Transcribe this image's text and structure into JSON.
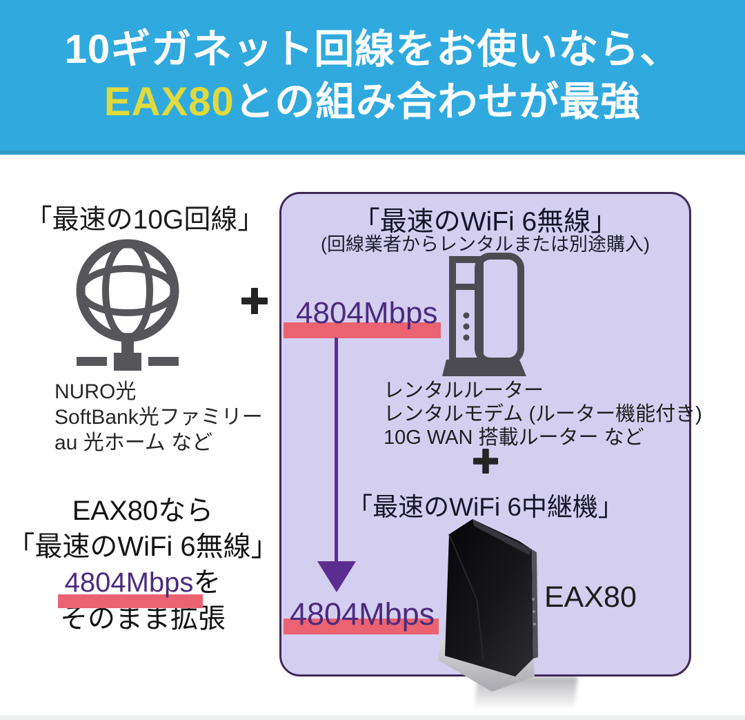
{
  "header": {
    "line1": "10ギガネット回線をお使いなら、",
    "line2_highlight": "EAX80",
    "line2_rest": "との組み合わせが最強"
  },
  "left_column": {
    "title": "「最速の10G回線」",
    "globe_icon": "globe-network-icon",
    "providers": [
      "NURO光",
      "SoftBank光ファミリー",
      "au 光ホーム など"
    ],
    "plus_sign": "+",
    "summary": {
      "line1": "EAX80なら",
      "line2": "「最速のWiFi 6無線」",
      "speed": "4804Mbps",
      "speed_suffix": "を",
      "line3": "そのまま拡張"
    }
  },
  "wifi_box": {
    "title": "「最速のWiFi 6無線」",
    "subtitle": "(回線業者からレンタルまたは別途購入)",
    "modem_icon": "modem-router-icon",
    "speed_top": "4804Mbps",
    "modem_notes": [
      "レンタルルーター",
      "レンタルモデム (ルーター機能付き)",
      "10G WAN 搭載ルーター など"
    ],
    "plus_sign": "+",
    "arrow_icon": "down-arrow-icon",
    "title2": "「最速のWiFi 6中継機」",
    "device_image": "eax80-extender-photo",
    "device_label": "EAX80",
    "speed_bottom": "4804Mbps"
  },
  "colors": {
    "header_blue": "#30aade",
    "header_yellow": "#e0da3e",
    "box_background": "#d4cef0",
    "box_border": "#3f2a57",
    "speed_purple": "#4b2b7e",
    "highlight_pink": "#eb6370",
    "arrow_purple": "#5c2d90",
    "icon_gray": "#515157"
  }
}
